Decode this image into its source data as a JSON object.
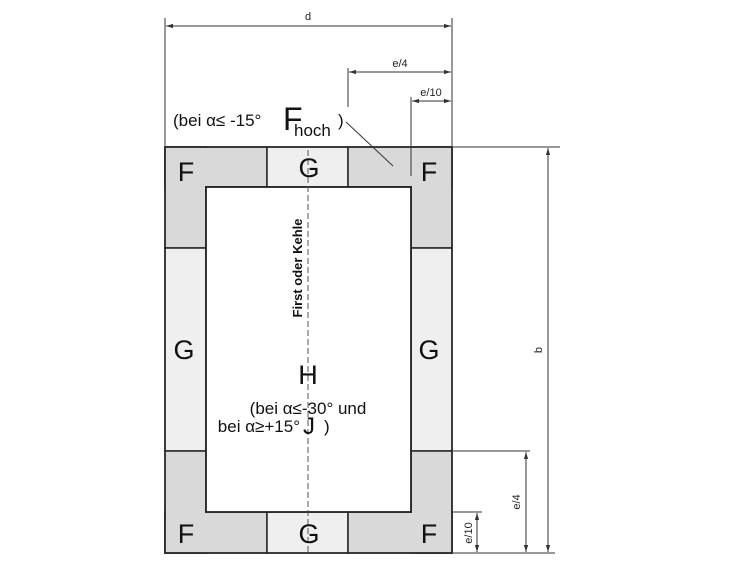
{
  "zones": {
    "F": "F",
    "G": "G",
    "H": "H"
  },
  "ridge_label": "First oder Kehle",
  "dimensions": {
    "d": "d",
    "b": "b",
    "e4": "e/4",
    "e10": "e/10"
  },
  "note_top": {
    "prefix": "(bei α≤ -15°",
    "big": "F",
    "sub": "hoch",
    "suffix": ")"
  },
  "note_h": {
    "line1": "(bei α≤-30° und",
    "line2": "bei α≥+15°",
    "big": "J",
    "suffix": ")"
  }
}
